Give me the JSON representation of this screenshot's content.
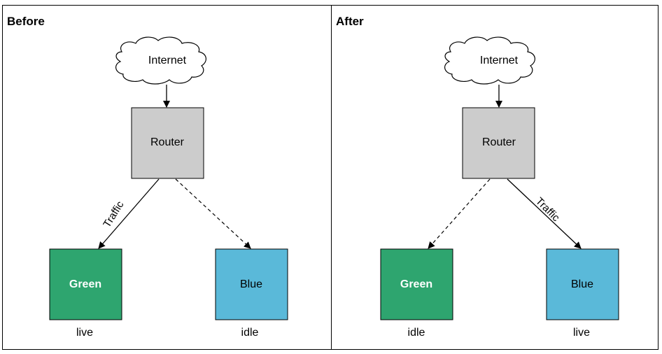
{
  "panels": [
    {
      "title": "Before",
      "internet_label": "Internet",
      "router_label": "Router",
      "green_label": "Green",
      "blue_label": "Blue",
      "green_status": "live",
      "blue_status": "idle",
      "traffic_label": "Traffic"
    },
    {
      "title": "After",
      "internet_label": "Internet",
      "router_label": "Router",
      "green_label": "Green",
      "blue_label": "Blue",
      "green_status": "idle",
      "blue_status": "live",
      "traffic_label": "Traffic"
    }
  ],
  "colors": {
    "router_fill": "#cccccc",
    "green_fill": "#2ea56f",
    "blue_fill": "#5ab9d9",
    "green_text": "#ffffff",
    "blue_text": "#000000"
  }
}
